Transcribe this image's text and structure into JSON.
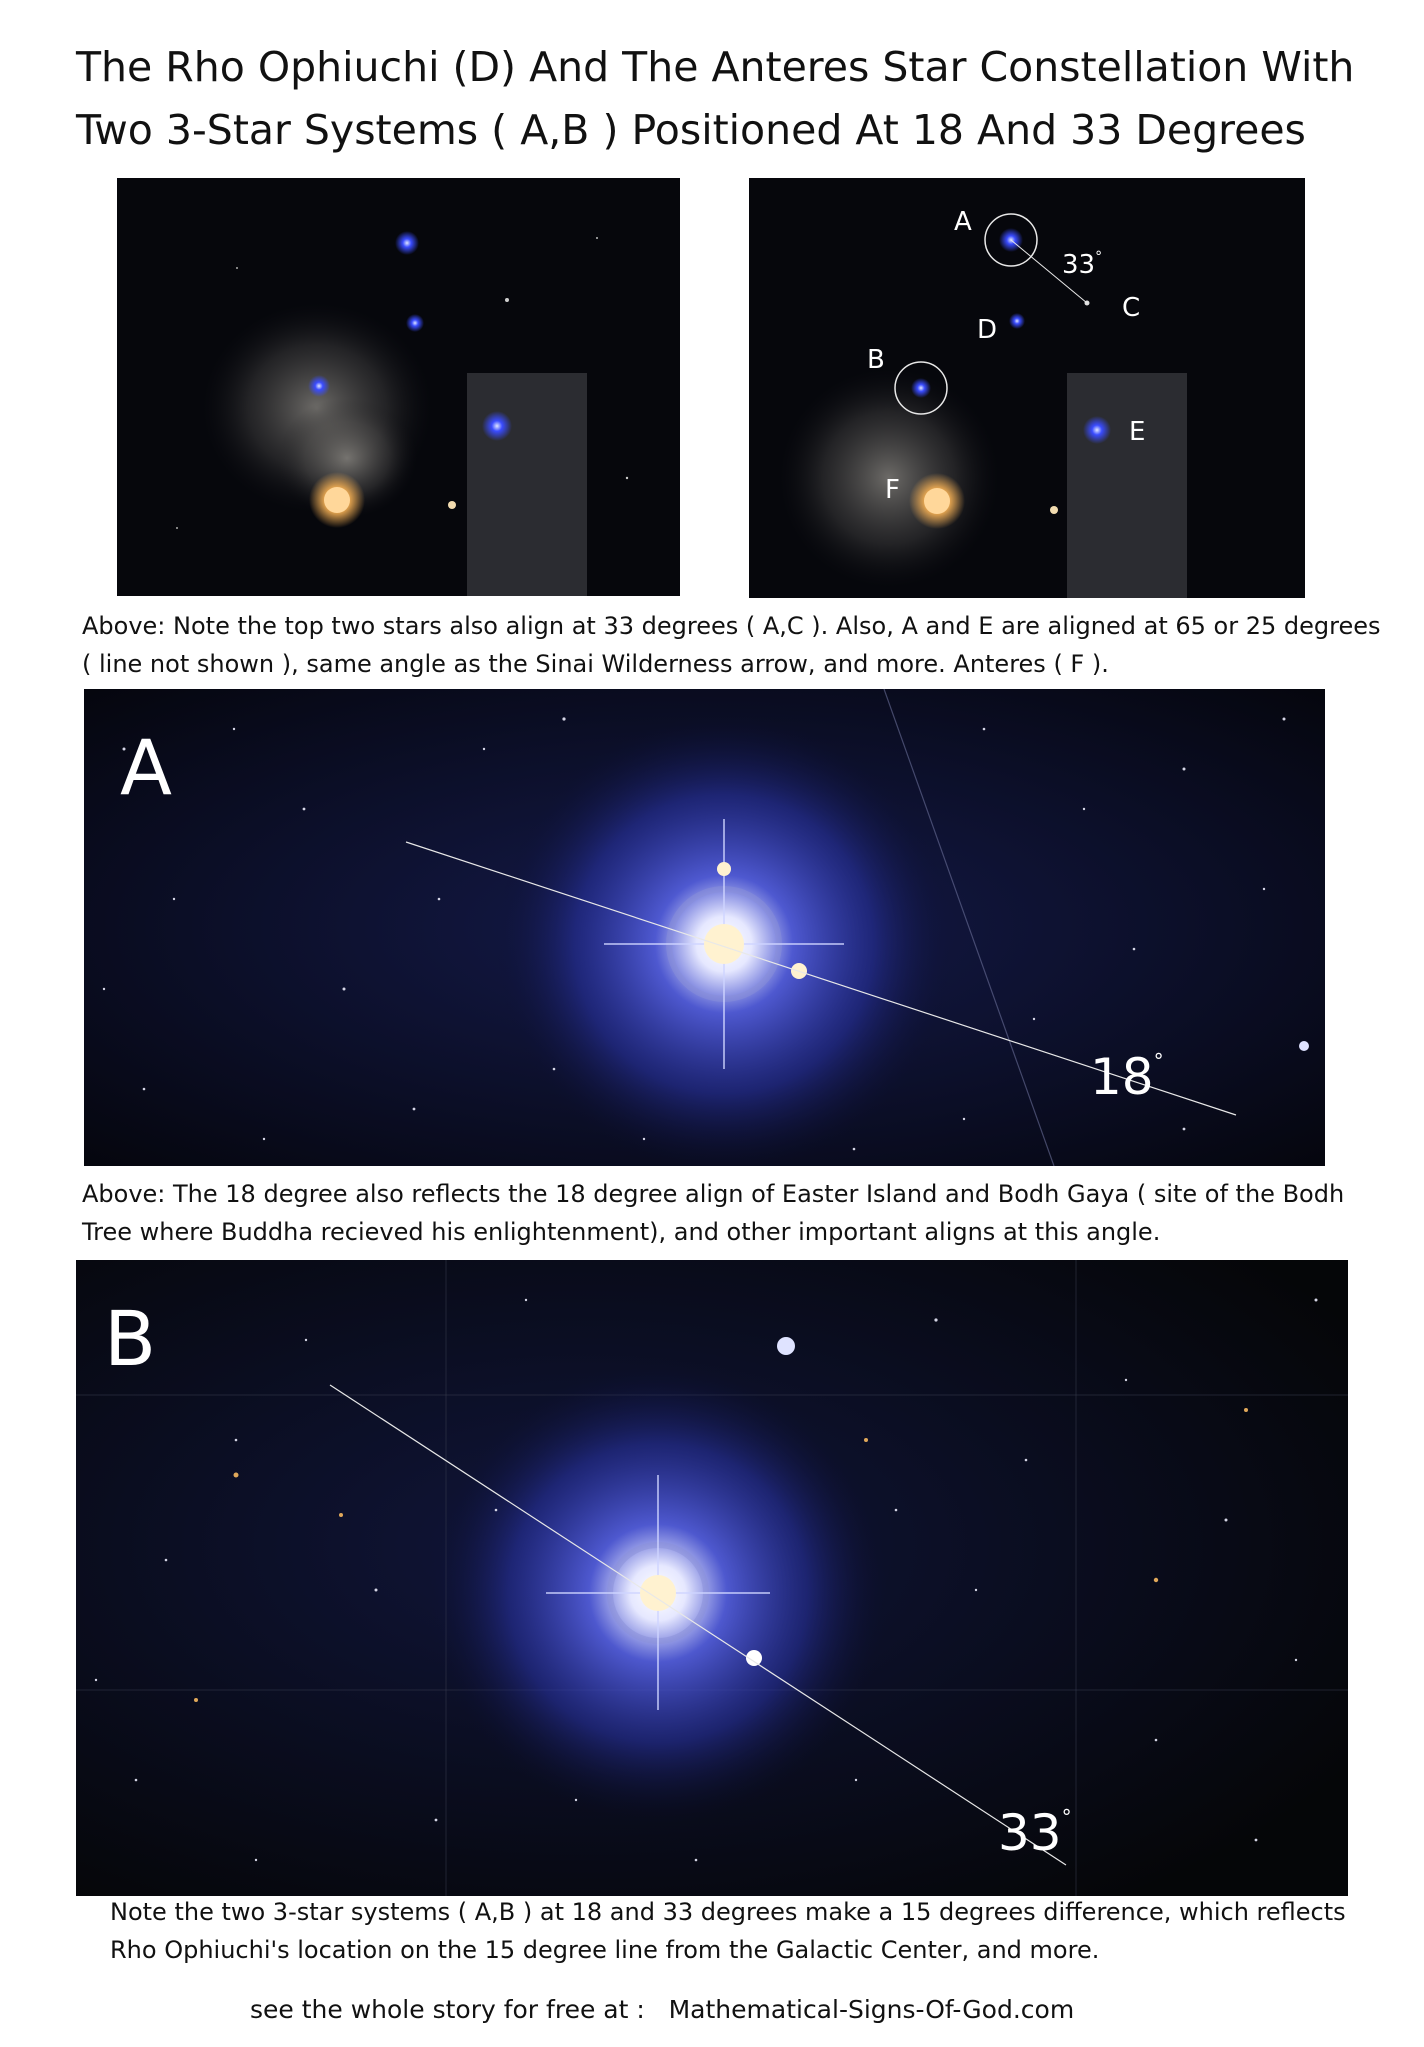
{
  "title_line1": "The Rho Ophiuchi (D) And The Anteres Star Constellation With",
  "title_line2": "Two 3-Star Systems ( A,B ) Positioned At 18 And 33 Degrees",
  "top_right_labels": {
    "a": "A",
    "b": "B",
    "c": "C",
    "d": "D",
    "e": "E",
    "f": "F",
    "angle": "33",
    "degree_mark": "°"
  },
  "caption_top": "Above: Note the top two stars also align at 33 degrees ( A,C ). Also, A and E are aligned at 65 or 25 degrees ( line not shown ), same angle as the Sinai Wilderness arrow, and more. Anteres ( F ).",
  "panel_a": {
    "label": "A",
    "angle": "18",
    "degree_mark": "°"
  },
  "caption_middle": "Above: The 18 degree also reflects the 18 degree align of Easter Island and Bodh Gaya ( site of the Bodh Tree where Buddha recieved his enlightenment), and other important aligns at this angle.",
  "panel_b": {
    "label": "B",
    "angle": "33",
    "degree_mark": "°"
  },
  "caption_bottom": "Note the two 3-star systems ( A,B ) at 18 and 33 degrees make a 15 degrees difference, which reflects Rho Ophiuchi's location on the 15 degree line from the Galactic Center, and more.",
  "footer": "see the whole story for free at :   Mathematical-Signs-Of-God.com"
}
